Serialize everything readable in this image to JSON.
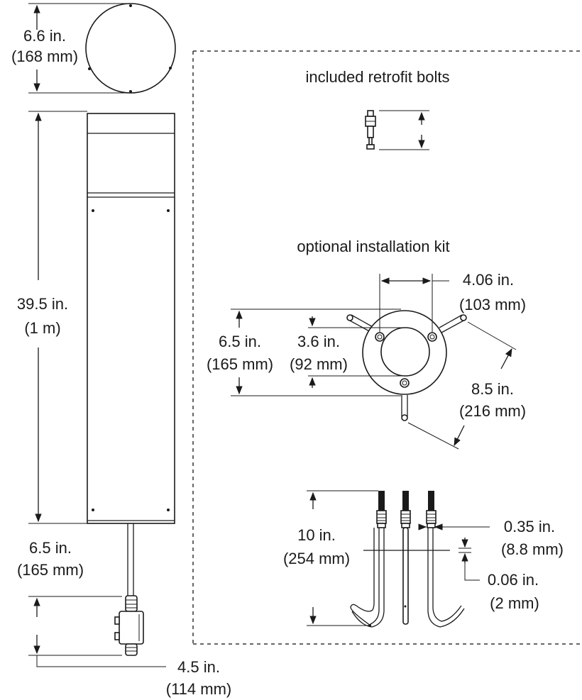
{
  "dimensions": {
    "top_diameter": {
      "imperial": "6.6 in.",
      "metric": "(168 mm)"
    },
    "body_height": {
      "imperial": "39.5 in.",
      "metric": "(1 m)"
    },
    "cable_length": {
      "imperial": "6.5 in.",
      "metric": "(165 mm)"
    },
    "junction_box": {
      "imperial": "4.5 in.",
      "metric": "(114 mm)"
    },
    "kit_bolt_spacing": {
      "imperial": "4.06 in.",
      "metric": "(103 mm)"
    },
    "kit_outer_diameter": {
      "imperial": "6.5 in.",
      "metric": "(165 mm)"
    },
    "kit_inner_diameter": {
      "imperial": "3.6 in.",
      "metric": "(92 mm)"
    },
    "kit_arm_span": {
      "imperial": "8.5 in.",
      "metric": "(216 mm)"
    },
    "rod_length": {
      "imperial": "10 in.",
      "metric": "(254 mm)"
    },
    "rod_diameter": {
      "imperial": "0.35 in.",
      "metric": "(8.8 mm)"
    },
    "rod_wall": {
      "imperial": "0.06 in.",
      "metric": "(2 mm)"
    }
  },
  "labels": {
    "retrofit_bolts": "included retrofit bolts",
    "installation_kit": "optional installation kit"
  }
}
